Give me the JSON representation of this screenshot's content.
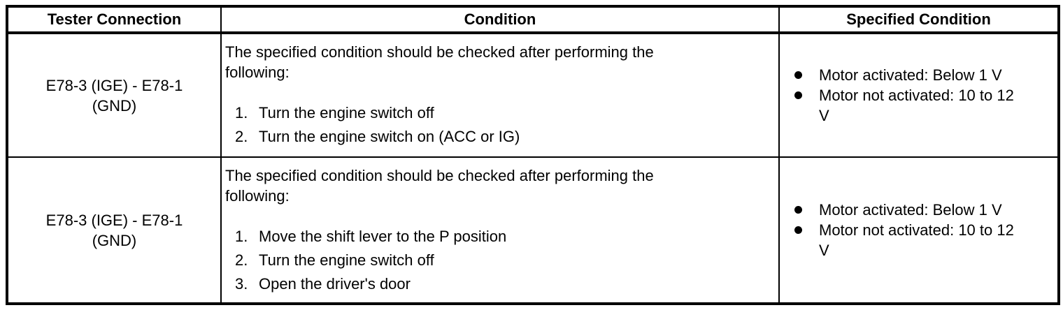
{
  "colors": {
    "text": "#000000",
    "background": "#ffffff",
    "border": "#000000"
  },
  "icons": {
    "bullet": "filled-circle"
  },
  "table": {
    "headers": [
      "Tester Connection",
      "Condition",
      "Specified Condition"
    ],
    "rows": [
      {
        "connection_lines": [
          "E78-3 (IGE) - E78-1",
          "(GND)"
        ],
        "intro_lines": [
          "The specified condition should be checked after performing the",
          "following:"
        ],
        "steps": [
          {
            "num": "1.",
            "text": "Turn the engine switch off"
          },
          {
            "num": "2.",
            "text": "Turn the engine switch on (ACC or IG)"
          }
        ],
        "bullets": [
          {
            "lines": [
              "Motor activated: Below 1 V"
            ]
          },
          {
            "lines": [
              "Motor not activated: 10 to 12",
              "V"
            ]
          }
        ]
      },
      {
        "connection_lines": [
          "E78-3 (IGE) - E78-1",
          "(GND)"
        ],
        "intro_lines": [
          "The specified condition should be checked after performing the",
          "following:"
        ],
        "steps": [
          {
            "num": "1.",
            "text": "Move the shift lever to the P position"
          },
          {
            "num": "2.",
            "text": "Turn the engine switch off"
          },
          {
            "num": "3.",
            "text": "Open the driver's door"
          }
        ],
        "bullets": [
          {
            "lines": [
              "Motor activated: Below 1 V"
            ]
          },
          {
            "lines": [
              "Motor not activated: 10 to 12",
              "V"
            ]
          }
        ]
      }
    ]
  }
}
